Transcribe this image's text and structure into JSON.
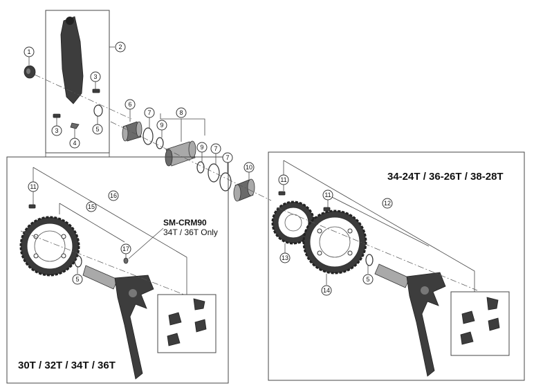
{
  "panels": {
    "left_set_label": "30T / 32T / 34T / 36T",
    "right_set_label": "34-24T / 36-26T / 38-28T"
  },
  "note": {
    "title": "SM-CRM90",
    "subtitle": "34T / 36T Only"
  },
  "callouts": {
    "c1": "1",
    "c2": "2",
    "c3a": "3",
    "c3b": "3",
    "c4": "4",
    "c5a": "5",
    "c6": "6",
    "c7a": "7",
    "c7b": "7",
    "c7c": "7",
    "c8": "8",
    "c9a": "9",
    "c9b": "9",
    "c10": "10",
    "c11a": "11",
    "c16": "16",
    "c15": "15",
    "c17": "17",
    "c5b": "5",
    "c11b": "11",
    "c11c": "11",
    "c12": "12",
    "c13": "13",
    "c14": "14",
    "c5c": "5"
  }
}
